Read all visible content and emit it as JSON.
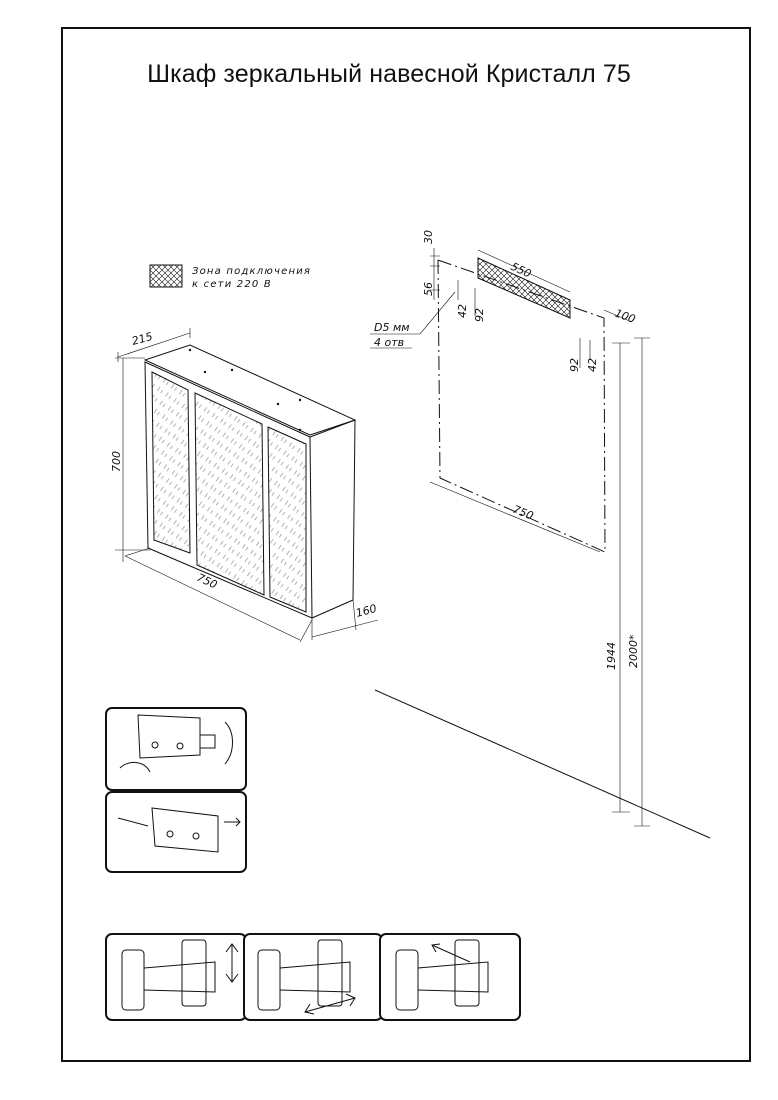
{
  "title": "Шкаф зеркальный навесной Кристалл 75",
  "legend": {
    "line1": "Зона подключения",
    "line2": "к сети 220 В"
  },
  "cabinet_dims": {
    "depth_top": "215",
    "height": "700",
    "width": "750",
    "depth_bottom": "160"
  },
  "mounting_dims": {
    "top_30": "30",
    "left_56": "56",
    "width_550": "550",
    "offset_100": "100",
    "left_42": "42",
    "left_92": "92",
    "right_92": "92",
    "right_42": "42",
    "holes_line1": "D5 мм",
    "holes_line2": "4 отв",
    "width_750": "750",
    "height_1944": "1944",
    "height_2000": "2000*"
  }
}
